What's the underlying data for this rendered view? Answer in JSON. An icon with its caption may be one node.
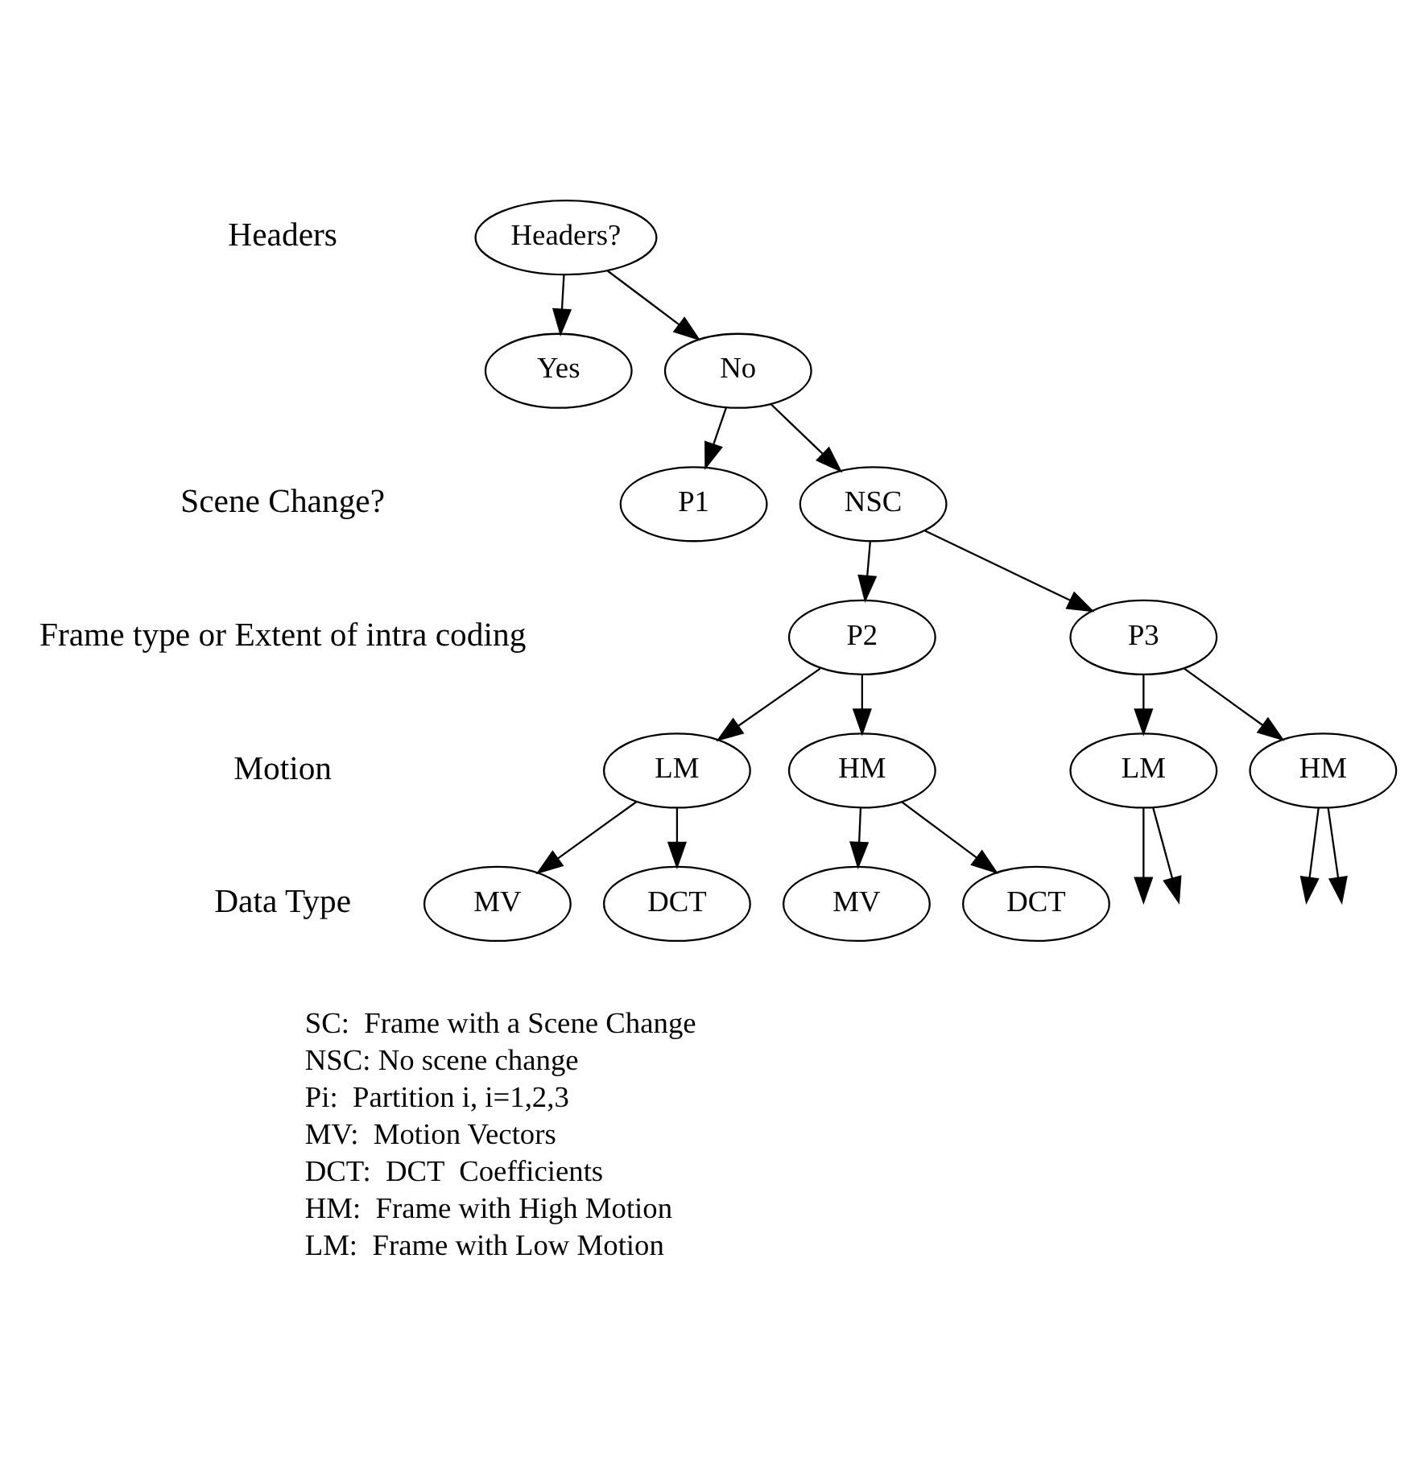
{
  "diagram": {
    "nodes": [
      {
        "text": [
          "Headers?"
        ]
      },
      {
        "text": [
          "Yes"
        ]
      },
      {
        "text": [
          "No"
        ]
      },
      {
        "text": [
          "P1"
        ]
      },
      {
        "text": [
          "NSC"
        ]
      },
      {
        "text": [
          "P2"
        ]
      },
      {
        "text": [
          "P3"
        ]
      },
      {
        "text": [
          "LM"
        ]
      },
      {
        "text": [
          "HM"
        ]
      },
      {
        "text": [
          "LM"
        ]
      },
      {
        "text": [
          "HM"
        ]
      },
      {
        "text": [
          "MV"
        ]
      },
      {
        "text": [
          "DCT"
        ]
      },
      {
        "text": [
          "MV"
        ]
      },
      {
        "text": [
          "DCT"
        ]
      }
    ],
    "edges": [
      {
        "from": 0,
        "to": 1,
        "arrow": "to"
      },
      {
        "from": 0,
        "to": 2,
        "arrow": "to"
      },
      {
        "from": 2,
        "to": 3,
        "arrow": "to"
      },
      {
        "from": 2,
        "to": 4,
        "arrow": "to"
      },
      {
        "from": 4,
        "to": 5,
        "arrow": "to"
      },
      {
        "from": 4,
        "to": 6,
        "arrow": "to"
      },
      {
        "from": 5,
        "to": 7,
        "arrow": "to"
      },
      {
        "from": 5,
        "to": 8,
        "arrow": "to"
      },
      {
        "from": 6,
        "to": 9,
        "arrow": "to"
      },
      {
        "from": 6,
        "to": 10,
        "arrow": "to"
      },
      {
        "from": 7,
        "to": 11,
        "arrow": "to"
      },
      {
        "from": 7,
        "to": 12,
        "arrow": "to"
      },
      {
        "from": 8,
        "to": 13,
        "arrow": "to"
      },
      {
        "from": 8,
        "to": 14,
        "arrow": "to"
      },
      {
        "from": 9,
        "to": null,
        "arrow": "to"
      },
      {
        "from": 9,
        "to": null,
        "arrow": "to"
      },
      {
        "from": 10,
        "to": null,
        "arrow": "to"
      },
      {
        "from": 10,
        "to": null,
        "arrow": "to"
      }
    ],
    "labels": [
      "Headers",
      "Scene Change?",
      "Frame type or Extent of intra coding",
      "Motion",
      "Data Type",
      "SC:  Frame with a Scene Change",
      "NSC: No scene change",
      "Pi:  Partition i, i=1,2,3",
      "MV:  Motion Vectors",
      "DCT:  DCT  Coefficients",
      "HM:  Frame with High Motion",
      "LM:  Frame with Low Motion"
    ]
  }
}
